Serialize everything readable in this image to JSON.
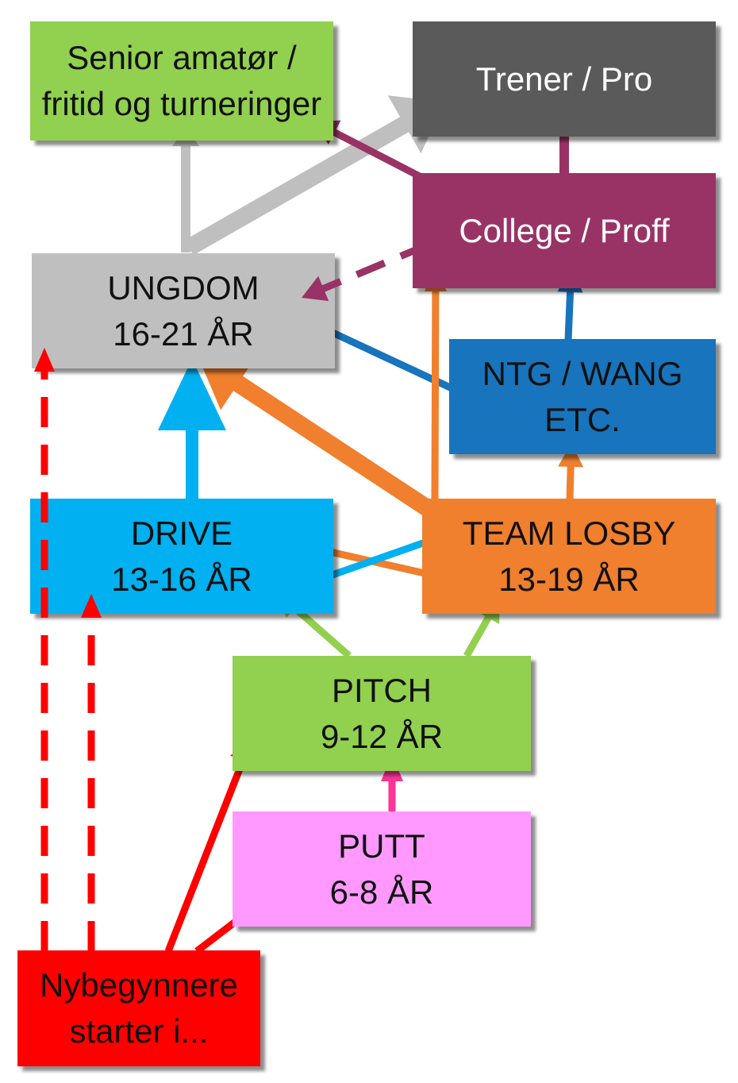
{
  "boxes": {
    "senior": {
      "lines": [
        "Senior amatør /",
        "fritid og turneringer"
      ],
      "color": "#92d050"
    },
    "trener": {
      "lines": [
        "Trener / Pro"
      ],
      "color": "#5a5a5a"
    },
    "college": {
      "lines": [
        "College / Proff"
      ],
      "color": "#993366"
    },
    "ungdom": {
      "lines": [
        "UNGDOM",
        "16-21 ÅR"
      ],
      "color": "#bfbfbf"
    },
    "ntg": {
      "lines": [
        "NTG / WANG",
        "ETC."
      ],
      "color": "#1874bd"
    },
    "drive": {
      "lines": [
        "DRIVE",
        "13-16 ÅR"
      ],
      "color": "#00b0f0"
    },
    "losby": {
      "lines": [
        "TEAM LOSBY",
        "13-19 ÅR"
      ],
      "color": "#f07f2e"
    },
    "pitch": {
      "lines": [
        "PITCH",
        "9-12 ÅR"
      ],
      "color": "#92d050"
    },
    "putt": {
      "lines": [
        "PUTT",
        "6-8 ÅR"
      ],
      "color": "#ff99ff"
    },
    "nybeg": {
      "lines": [
        "Nybegynnere",
        "starter i..."
      ],
      "color": "#ff0000"
    }
  },
  "connections": [
    {
      "from": "ungdom",
      "to": "senior",
      "color": "#bfbfbf",
      "style": "solid"
    },
    {
      "from": "ungdom",
      "to": "trener",
      "color": "#bfbfbf",
      "style": "solid"
    },
    {
      "from": "college",
      "to": "trener",
      "color": "#993366",
      "style": "solid"
    },
    {
      "from": "college",
      "to": "senior",
      "color": "#993366",
      "style": "solid"
    },
    {
      "from": "college",
      "to": "ungdom",
      "color": "#993366",
      "style": "dashed"
    },
    {
      "from": "ntg",
      "to": "college",
      "color": "#1874bd",
      "style": "solid"
    },
    {
      "from": "ntg",
      "to": "ungdom",
      "color": "#1874bd",
      "style": "solid"
    },
    {
      "from": "losby",
      "to": "ntg",
      "color": "#f07f2e",
      "style": "solid"
    },
    {
      "from": "losby",
      "to": "college",
      "color": "#f07f2e",
      "style": "solid"
    },
    {
      "from": "losby",
      "to": "ungdom",
      "color": "#f07f2e",
      "style": "solid"
    },
    {
      "from": "losby",
      "to": "drive",
      "color": "#f07f2e",
      "style": "solid"
    },
    {
      "from": "drive",
      "to": "ungdom",
      "color": "#00b0f0",
      "style": "solid"
    },
    {
      "from": "drive",
      "to": "losby",
      "color": "#00b0f0",
      "style": "solid"
    },
    {
      "from": "pitch",
      "to": "drive",
      "color": "#92d050",
      "style": "solid"
    },
    {
      "from": "pitch",
      "to": "losby",
      "color": "#92d050",
      "style": "solid"
    },
    {
      "from": "putt",
      "to": "pitch",
      "color": "#ff3399",
      "style": "solid"
    },
    {
      "from": "nybeg",
      "to": "putt",
      "color": "#ff0000",
      "style": "solid"
    },
    {
      "from": "nybeg",
      "to": "pitch",
      "color": "#ff0000",
      "style": "solid"
    },
    {
      "from": "nybeg",
      "to": "drive",
      "color": "#ff0000",
      "style": "dashed"
    },
    {
      "from": "nybeg",
      "to": "ungdom",
      "color": "#ff0000",
      "style": "dashed"
    }
  ]
}
